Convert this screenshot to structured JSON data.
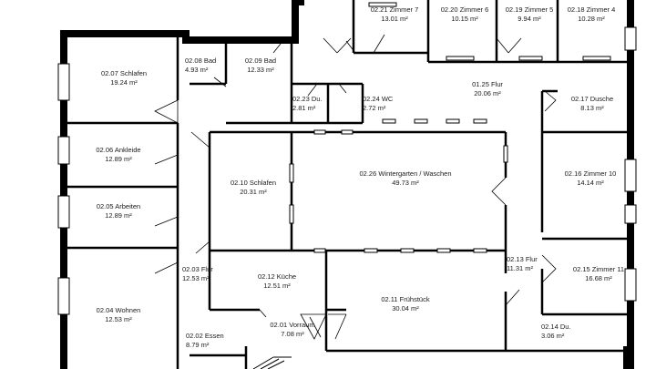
{
  "floorplan": {
    "wall_color": "#000000",
    "rooms": [
      {
        "id": "02.21",
        "name": "02.21 Zimmer 7",
        "area": "13.01 m²"
      },
      {
        "id": "02.20",
        "name": "02.20 Zimmer 6",
        "area": "10.15 m²"
      },
      {
        "id": "02.19",
        "name": "02.19 Zimmer 5",
        "area": "9.94 m²"
      },
      {
        "id": "02.18",
        "name": "02.18 Zimmer 4",
        "area": "10.28 m²"
      },
      {
        "id": "02.07",
        "name": "02.07 Schlafen",
        "area": "19.24 m²"
      },
      {
        "id": "02.08",
        "name": "02.08 Bad",
        "area": "4.93 m²"
      },
      {
        "id": "02.09",
        "name": "02.09 Bad",
        "area": "12.33 m²"
      },
      {
        "id": "01.25",
        "name": "01.25 Flur",
        "area": "20.06 m²"
      },
      {
        "id": "02.23",
        "name": "02.23 Du.",
        "area": "2.81 m²"
      },
      {
        "id": "02.24",
        "name": "02.24 WC",
        "area": "2.72 m²"
      },
      {
        "id": "02.17",
        "name": "02.17 Dusche",
        "area": "8.13 m²"
      },
      {
        "id": "02.06",
        "name": "02.06 Ankleide",
        "area": "12.89 m²"
      },
      {
        "id": "02.10",
        "name": "02.10 Schlafen",
        "area": "20.31 m²"
      },
      {
        "id": "02.26",
        "name": "02.26 Wintergarten / Waschen",
        "area": "49.73 m²"
      },
      {
        "id": "02.16",
        "name": "02.16 Zimmer 10",
        "area": "14.14 m²"
      },
      {
        "id": "02.05",
        "name": "02.05 Arbeiten",
        "area": "12.89 m²"
      },
      {
        "id": "02.13",
        "name": "02.13 Flur",
        "area": "11.31 m²"
      },
      {
        "id": "02.03",
        "name": "02.03 Flur",
        "area": "12.53 m²"
      },
      {
        "id": "02.12",
        "name": "02.12 Küche",
        "area": "12.51 m²"
      },
      {
        "id": "02.15",
        "name": "02.15 Zimmer 11",
        "area": "16.68 m²"
      },
      {
        "id": "02.04",
        "name": "02.04 Wohnen",
        "area": "12.53 m²"
      },
      {
        "id": "02.11",
        "name": "02.11 Frühstück",
        "area": "30.04 m²"
      },
      {
        "id": "02.14",
        "name": "02.14 Du.",
        "area": "3.06 m²"
      },
      {
        "id": "02.02",
        "name": "02.02 Essen",
        "area": "8.79 m²"
      },
      {
        "id": "02.01",
        "name": "02.01 Vorraum",
        "area": "7.08 m²"
      }
    ]
  }
}
